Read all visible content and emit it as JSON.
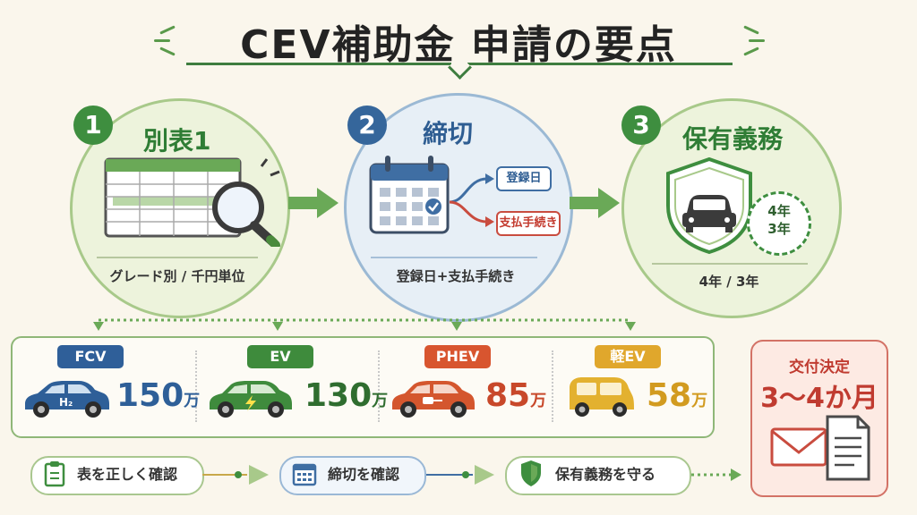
{
  "title": "CEV補助金 申請の要点",
  "steps": [
    {
      "number": "1",
      "title": "別表1",
      "caption": "グレード別 / 千円単位"
    },
    {
      "number": "2",
      "title": "締切",
      "caption": "登録日+支払手続き",
      "tags": [
        "登録日",
        "支払手続き"
      ]
    },
    {
      "number": "3",
      "title": "保有義務",
      "caption": "4年 / 3年",
      "period": [
        "4年",
        "3年"
      ]
    }
  ],
  "vehicles": [
    {
      "label": "FCV",
      "amount": "150",
      "unit": "万",
      "color": "#2f5f99",
      "body_color": "#2e5f98",
      "icon_text": "H₂"
    },
    {
      "label": "EV",
      "amount": "130",
      "unit": "万",
      "color": "#3e8b3c",
      "body_color": "#3f8b3d",
      "icon_text": ""
    },
    {
      "label": "PHEV",
      "amount": "85",
      "unit": "万",
      "color": "#d8552f",
      "body_color": "#d4562e",
      "icon_text": ""
    },
    {
      "label": "軽EV",
      "amount": "58",
      "unit": "万",
      "color": "#e0a72c",
      "body_color": "#e3b12f",
      "icon_text": ""
    }
  ],
  "decision": {
    "label": "交付決定",
    "period": "3〜4か月"
  },
  "checklist": [
    {
      "label": "表を正しく確認",
      "icon": "clipboard-icon"
    },
    {
      "label": "締切を確認",
      "icon": "calendar-icon"
    },
    {
      "label": "保有義務を守る",
      "icon": "shield-icon"
    }
  ],
  "colors": {
    "green": "#3e8e3f",
    "blue": "#35669b",
    "red": "#c03b30",
    "amount_blue": "#2e5f98",
    "amount_green": "#3e8b3c",
    "amount_orange": "#d4562e",
    "amount_yellow": "#e0a72c"
  }
}
